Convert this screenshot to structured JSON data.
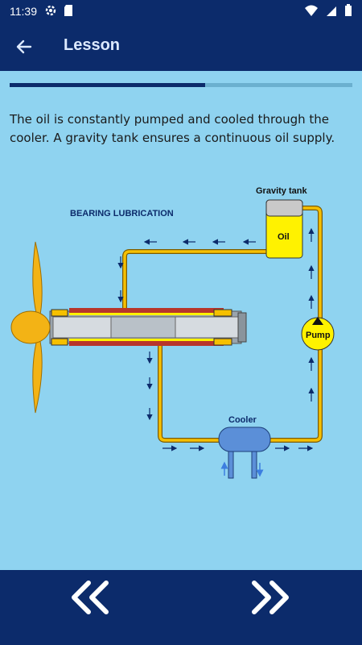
{
  "status_bar": {
    "time": "11:39",
    "left_icons": [
      "gear-icon",
      "sd-card-icon"
    ],
    "right_icons": [
      "wifi-icon",
      "signal-icon",
      "battery-icon"
    ]
  },
  "app_bar": {
    "title": "Lesson",
    "back_icon": "arrow-left-icon"
  },
  "progress": {
    "fraction": 0.57
  },
  "lesson": {
    "text": "The oil is constantly pumped and cooled through the cooler. A gravity tank ensures a continuous oil supply."
  },
  "diagram": {
    "heading": "BEARING LUBRICATION",
    "gravity_tank_label": "Gravity tank",
    "oil_label": "Oil",
    "pump_label": "Pump",
    "cooler_label": "Cooler"
  },
  "colors": {
    "background": "#8fd3f0",
    "bar": "#0c2b6b",
    "pipe": "#f6c000",
    "oil": "#fff200",
    "arrow": "#0c2b6b"
  },
  "bottom_nav": {
    "prev_icon": "double-chevron-left-icon",
    "next_icon": "double-chevron-right-icon"
  }
}
